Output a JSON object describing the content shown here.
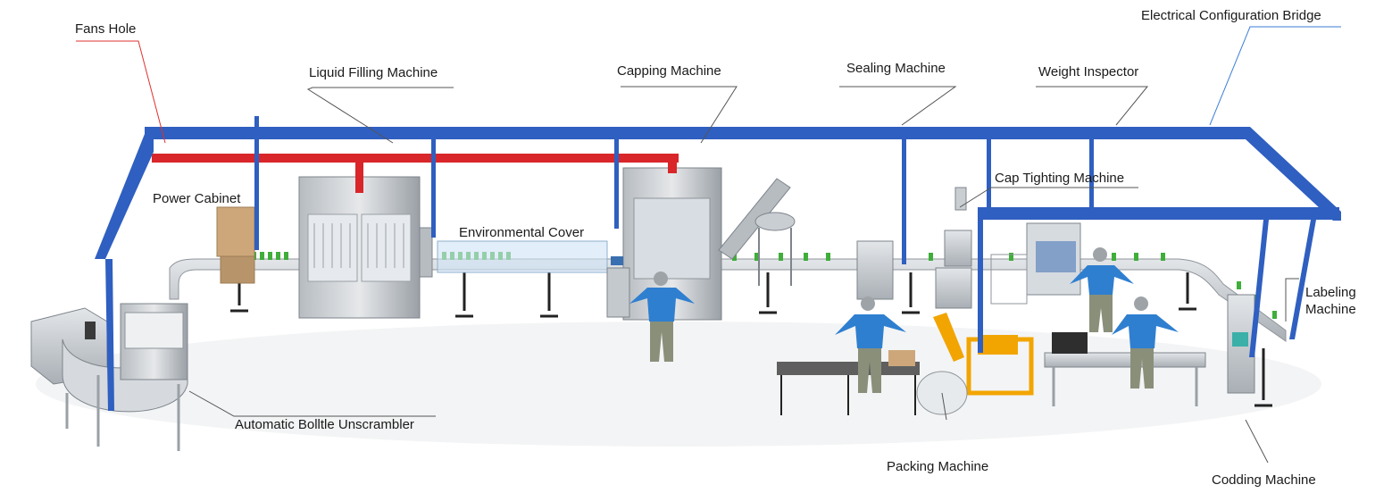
{
  "labels": {
    "fans_hole": "Fans Hole",
    "liquid_filling_machine": "Liquid Filling Machine",
    "capping_machine": "Capping Machine",
    "sealing_machine": "Sealing Machine",
    "weight_inspector": "Weight Inspector",
    "electrical_configuration_bridge": "Electrical Configuration Bridge",
    "power_cabinet": "Power Cabinet",
    "environmental_cover": "Environmental Cover",
    "cap_tighting_machine": "Cap Tighting Machine",
    "labeling_machine": "Labeling Machine",
    "automatic_bottle_unscrambler": "Automatic Bolltle Unscrambler",
    "packing_machine": "Packing Machine",
    "codding_machine": "Codding Machine"
  },
  "colors": {
    "bridge_blue": "#2f5fc0",
    "pipe_red": "#d8262a",
    "fans_hole_leader": "#e03030",
    "bridge_leader": "#3b7dd8",
    "leader_gray": "#555555",
    "machine_gray": "#c9ced3",
    "machine_dark": "#8d949b",
    "bottle_green": "#3fae3a",
    "worker_shirt": "#2f7fd0",
    "worker_pants": "#8a8f7a",
    "packing_yellow": "#f2a500"
  }
}
